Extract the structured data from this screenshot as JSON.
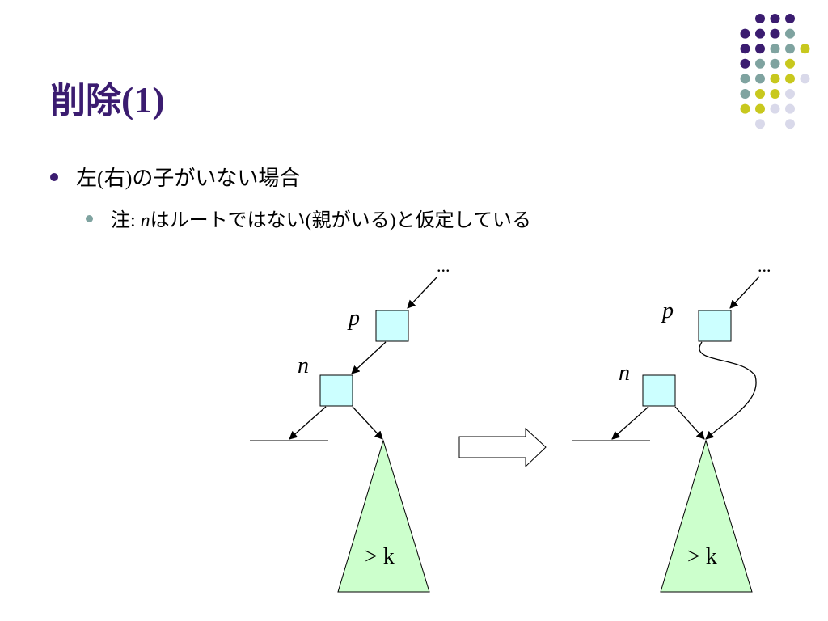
{
  "slide": {
    "title_main": "削除",
    "title_paren": "(1)"
  },
  "bullets": {
    "b1_a": "左",
    "b1_b": "(",
    "b1_c": "右",
    "b1_d": ")",
    "b1_e": "の子がいない場合",
    "b2_a": "注",
    "b2_b": ": ",
    "b2_var": "n",
    "b2_c": "はルートではない",
    "b2_d": "(",
    "b2_e": "親がいる",
    "b2_f": ")",
    "b2_g": "と仮定している"
  },
  "diagram": {
    "ellipsis": "...",
    "label_p": "p",
    "label_n": "n",
    "subtree_label": "> k",
    "colors": {
      "node_fill": "#ccffff",
      "subtree_fill": "#ccffcc",
      "stroke": "#000000"
    }
  },
  "theme": {
    "title_color": "#3b1c70",
    "dot_colors": [
      "#3b1c70",
      "#7fa3a0",
      "#c8c81e",
      "#d9d9ea"
    ]
  }
}
